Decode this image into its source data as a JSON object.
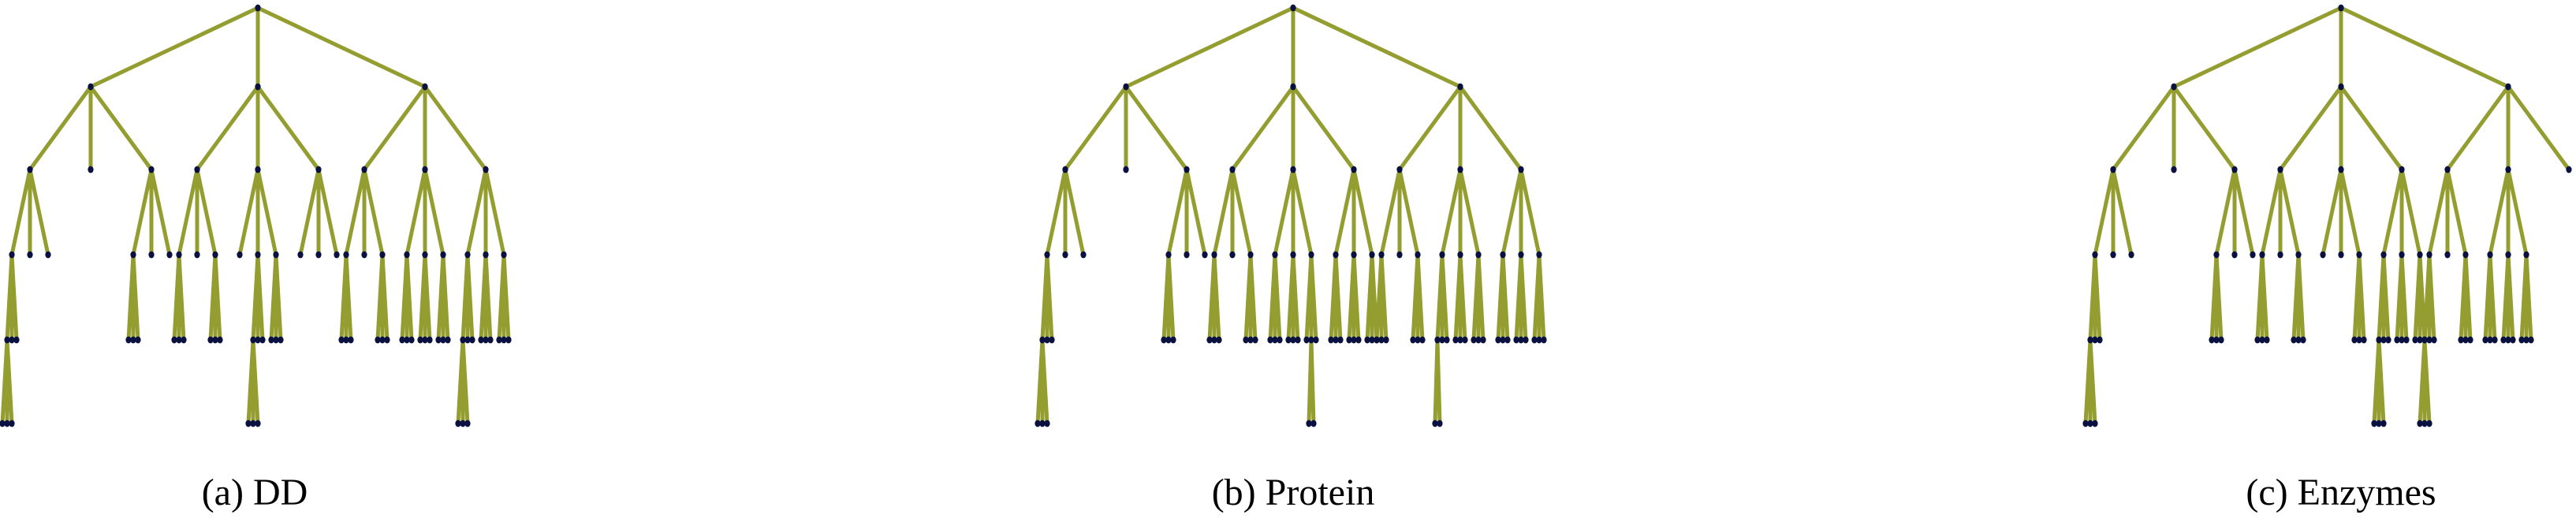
{
  "colors": {
    "edge": "#949d30",
    "node": "#0a1040",
    "background": "#ffffff"
  },
  "panels": [
    {
      "caption": "(a) DD",
      "tree": [
        [
          [
            [
              [
                [],
                [],
                []
              ],
              [],
              []
            ],
            [],
            []
          ],
          [],
          [
            [
              [],
              [],
              []
            ],
            [],
            []
          ]
        ],
        [
          [
            [
              [],
              [],
              []
            ],
            [],
            [
              [],
              [],
              []
            ]
          ],
          [
            [],
            [
              [
                [],
                [],
                []
              ],
              [],
              []
            ],
            [
              [],
              [],
              []
            ]
          ],
          [
            [],
            [],
            []
          ]
        ],
        [
          [
            [
              [],
              [],
              []
            ],
            [],
            [
              [],
              [],
              []
            ]
          ],
          [
            [
              [],
              [],
              []
            ],
            [
              [],
              [],
              []
            ],
            [
              [],
              [],
              []
            ]
          ],
          [
            [
              [
                [],
                [],
                []
              ],
              [],
              []
            ],
            [
              [],
              [],
              []
            ],
            [
              [],
              [],
              []
            ]
          ]
        ]
      ]
    },
    {
      "caption": "(b) Protein",
      "tree": [
        [
          [
            [
              [
                [],
                [],
                []
              ],
              [],
              []
            ],
            [],
            []
          ],
          [],
          [
            [
              [],
              [],
              []
            ],
            [],
            []
          ]
        ],
        [
          [
            [
              [],
              [],
              []
            ],
            [],
            [
              [],
              [],
              []
            ]
          ],
          [
            [
              [],
              [],
              []
            ],
            [
              [],
              [],
              []
            ],
            [
              [],
              [
                [],
                []
              ],
              []
            ]
          ],
          [
            [
              [],
              [],
              []
            ],
            [
              [],
              [],
              []
            ],
            [
              [],
              [],
              []
            ]
          ]
        ],
        [
          [
            [
              [],
              [],
              []
            ],
            [],
            [
              [],
              [],
              []
            ]
          ],
          [
            [
              [
                [],
                []
              ],
              [],
              []
            ],
            [
              [],
              [],
              []
            ],
            [
              [],
              [],
              []
            ]
          ],
          [
            [
              [],
              [],
              []
            ],
            [
              [],
              [],
              []
            ],
            [
              [],
              [],
              []
            ]
          ]
        ]
      ]
    },
    {
      "caption": "(c) Enzymes",
      "tree": [
        [
          [
            [
              [
                [],
                [],
                []
              ],
              [],
              []
            ],
            [],
            []
          ],
          [],
          [
            [
              [],
              [],
              []
            ],
            [],
            []
          ]
        ],
        [
          [
            [
              [],
              [],
              []
            ],
            [],
            [
              [],
              [],
              []
            ]
          ],
          [
            [],
            [],
            [
              [],
              [],
              []
            ]
          ],
          [
            [
              [
                [],
                [],
                []
              ],
              [],
              []
            ],
            [
              [],
              [],
              []
            ],
            [
              [],
              [],
              []
            ]
          ]
        ],
        [
          [
            [
              [
                [],
                [],
                []
              ],
              [],
              []
            ],
            [],
            [
              [],
              [],
              []
            ]
          ],
          [
            [
              [],
              [],
              []
            ],
            [
              [],
              [],
              []
            ],
            [
              [],
              [],
              []
            ]
          ],
          []
        ]
      ]
    }
  ]
}
